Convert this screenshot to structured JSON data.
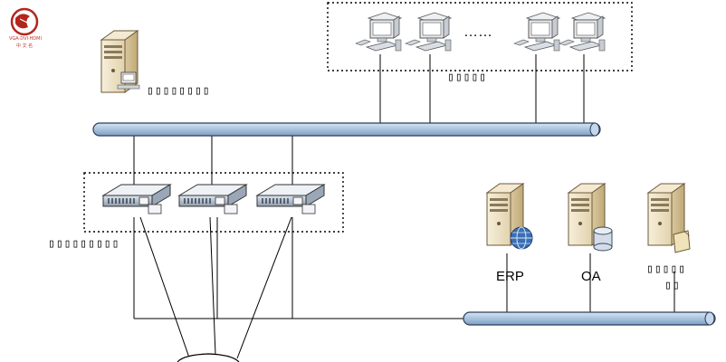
{
  "logo": {
    "name": "red-seal-logo",
    "caption": "VGA·DVI·HDMI",
    "sub": "中 文 名"
  },
  "labels": {
    "admin_server": "▯▯▯▯▯▯▯▯",
    "workstations": "▯▯▯▯▯",
    "switches": "▯▯▯▯▯▯▯▯▯",
    "erp": "ERP",
    "oa": "OA",
    "file_server_line1": "▯▯▯▯▯",
    "file_server_line2": "▯▯",
    "ellipsis": "……"
  },
  "colors": {
    "bus": "#a9c3df",
    "bus_stroke": "#2b3f5c",
    "line": "#000000",
    "server_body": "#efe4c9"
  },
  "icons": [
    "server-icon",
    "workstation-icon",
    "rack-switch-icon",
    "globe-icon",
    "database-icon",
    "document-icon"
  ]
}
